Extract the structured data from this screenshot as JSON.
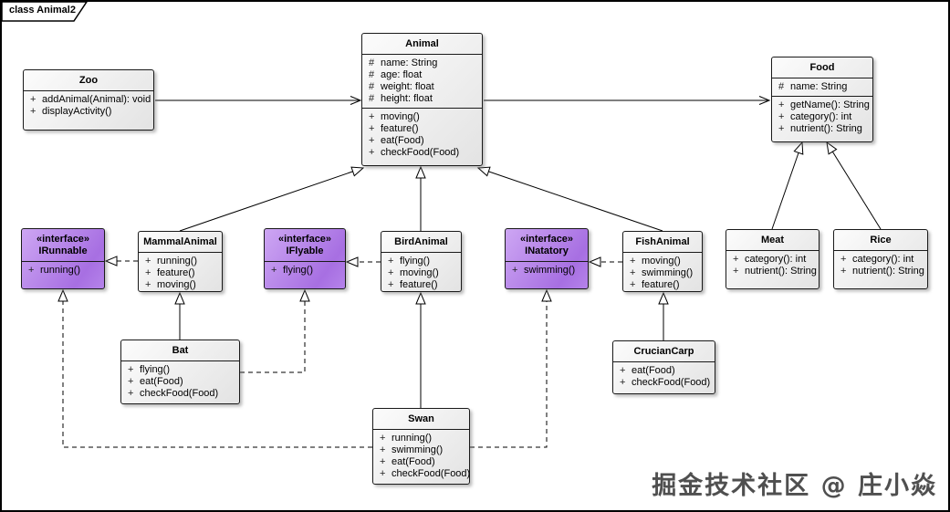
{
  "frame": {
    "title": "class Animal2"
  },
  "watermark": "掘金技术社区 @ 庄小焱",
  "colors": {
    "class_fill_start": "#fcfcfc",
    "class_fill_end": "#e3e3e3",
    "interface_fill_start": "#cda6f3",
    "interface_fill_end": "#a76fe2",
    "box_border": "#1a1a1a",
    "line": "#000000",
    "watermark": "#4f4f4f"
  },
  "classes": {
    "zoo": {
      "name": "Zoo",
      "methods": [
        {
          "visibility": "+",
          "signature": "addAnimal(Animal): void"
        },
        {
          "visibility": "+",
          "signature": "displayActivity()"
        }
      ]
    },
    "animal": {
      "name": "Animal",
      "attributes": [
        {
          "visibility": "#",
          "signature": "name: String"
        },
        {
          "visibility": "#",
          "signature": "age: float"
        },
        {
          "visibility": "#",
          "signature": "weight: float"
        },
        {
          "visibility": "#",
          "signature": "height: float"
        }
      ],
      "methods": [
        {
          "visibility": "+",
          "signature": "moving()"
        },
        {
          "visibility": "+",
          "signature": "feature()"
        },
        {
          "visibility": "+",
          "signature": "eat(Food)"
        },
        {
          "visibility": "+",
          "signature": "checkFood(Food)"
        }
      ]
    },
    "food": {
      "name": "Food",
      "attributes": [
        {
          "visibility": "#",
          "signature": "name: String"
        }
      ],
      "methods": [
        {
          "visibility": "+",
          "signature": "getName(): String"
        },
        {
          "visibility": "+",
          "signature": "category(): int"
        },
        {
          "visibility": "+",
          "signature": "nutrient(): String"
        }
      ]
    },
    "irunnable": {
      "stereotype": "«interface»",
      "name": "IRunnable",
      "methods": [
        {
          "visibility": "+",
          "signature": "running()"
        }
      ]
    },
    "mammal": {
      "name": "MammalAnimal",
      "methods": [
        {
          "visibility": "+",
          "signature": "running()"
        },
        {
          "visibility": "+",
          "signature": "feature()"
        },
        {
          "visibility": "+",
          "signature": "moving()"
        }
      ]
    },
    "iflyable": {
      "stereotype": "«interface»",
      "name": "IFlyable",
      "methods": [
        {
          "visibility": "+",
          "signature": "flying()"
        }
      ]
    },
    "bird": {
      "name": "BirdAnimal",
      "methods": [
        {
          "visibility": "+",
          "signature": "flying()"
        },
        {
          "visibility": "+",
          "signature": "moving()"
        },
        {
          "visibility": "+",
          "signature": "feature()"
        }
      ]
    },
    "inatatory": {
      "stereotype": "«interface»",
      "name": "INatatory",
      "methods": [
        {
          "visibility": "+",
          "signature": "swimming()"
        }
      ]
    },
    "fish": {
      "name": "FishAnimal",
      "methods": [
        {
          "visibility": "+",
          "signature": "moving()"
        },
        {
          "visibility": "+",
          "signature": "swimming()"
        },
        {
          "visibility": "+",
          "signature": "feature()"
        }
      ]
    },
    "meat": {
      "name": "Meat",
      "methods": [
        {
          "visibility": "+",
          "signature": "category(): int"
        },
        {
          "visibility": "+",
          "signature": "nutrient(): String"
        }
      ]
    },
    "rice": {
      "name": "Rice",
      "methods": [
        {
          "visibility": "+",
          "signature": "category(): int"
        },
        {
          "visibility": "+",
          "signature": "nutrient(): String"
        }
      ]
    },
    "bat": {
      "name": "Bat",
      "methods": [
        {
          "visibility": "+",
          "signature": "flying()"
        },
        {
          "visibility": "+",
          "signature": "eat(Food)"
        },
        {
          "visibility": "+",
          "signature": "checkFood(Food)"
        }
      ]
    },
    "crucian": {
      "name": "CrucianCarp",
      "methods": [
        {
          "visibility": "+",
          "signature": "eat(Food)"
        },
        {
          "visibility": "+",
          "signature": "checkFood(Food)"
        }
      ]
    },
    "swan": {
      "name": "Swan",
      "methods": [
        {
          "visibility": "+",
          "signature": "running()"
        },
        {
          "visibility": "+",
          "signature": "swimming()"
        },
        {
          "visibility": "+",
          "signature": "eat(Food)"
        },
        {
          "visibility": "+",
          "signature": "checkFood(Food)"
        }
      ]
    }
  },
  "relationships": [
    {
      "type": "association",
      "from": "Zoo",
      "to": "Animal"
    },
    {
      "type": "association",
      "from": "Animal",
      "to": "Food"
    },
    {
      "type": "generalization",
      "from": "MammalAnimal",
      "to": "Animal"
    },
    {
      "type": "generalization",
      "from": "BirdAnimal",
      "to": "Animal"
    },
    {
      "type": "generalization",
      "from": "FishAnimal",
      "to": "Animal"
    },
    {
      "type": "generalization",
      "from": "Meat",
      "to": "Food"
    },
    {
      "type": "generalization",
      "from": "Rice",
      "to": "Food"
    },
    {
      "type": "realization",
      "from": "MammalAnimal",
      "to": "IRunnable"
    },
    {
      "type": "realization",
      "from": "BirdAnimal",
      "to": "IFlyable"
    },
    {
      "type": "realization",
      "from": "FishAnimal",
      "to": "INatatory"
    },
    {
      "type": "generalization",
      "from": "Bat",
      "to": "MammalAnimal"
    },
    {
      "type": "realization",
      "from": "Bat",
      "to": "IFlyable"
    },
    {
      "type": "generalization",
      "from": "CrucianCarp",
      "to": "FishAnimal"
    },
    {
      "type": "generalization",
      "from": "Swan",
      "to": "BirdAnimal"
    },
    {
      "type": "realization",
      "from": "Swan",
      "to": "IRunnable"
    },
    {
      "type": "realization",
      "from": "Swan",
      "to": "INatatory"
    }
  ]
}
